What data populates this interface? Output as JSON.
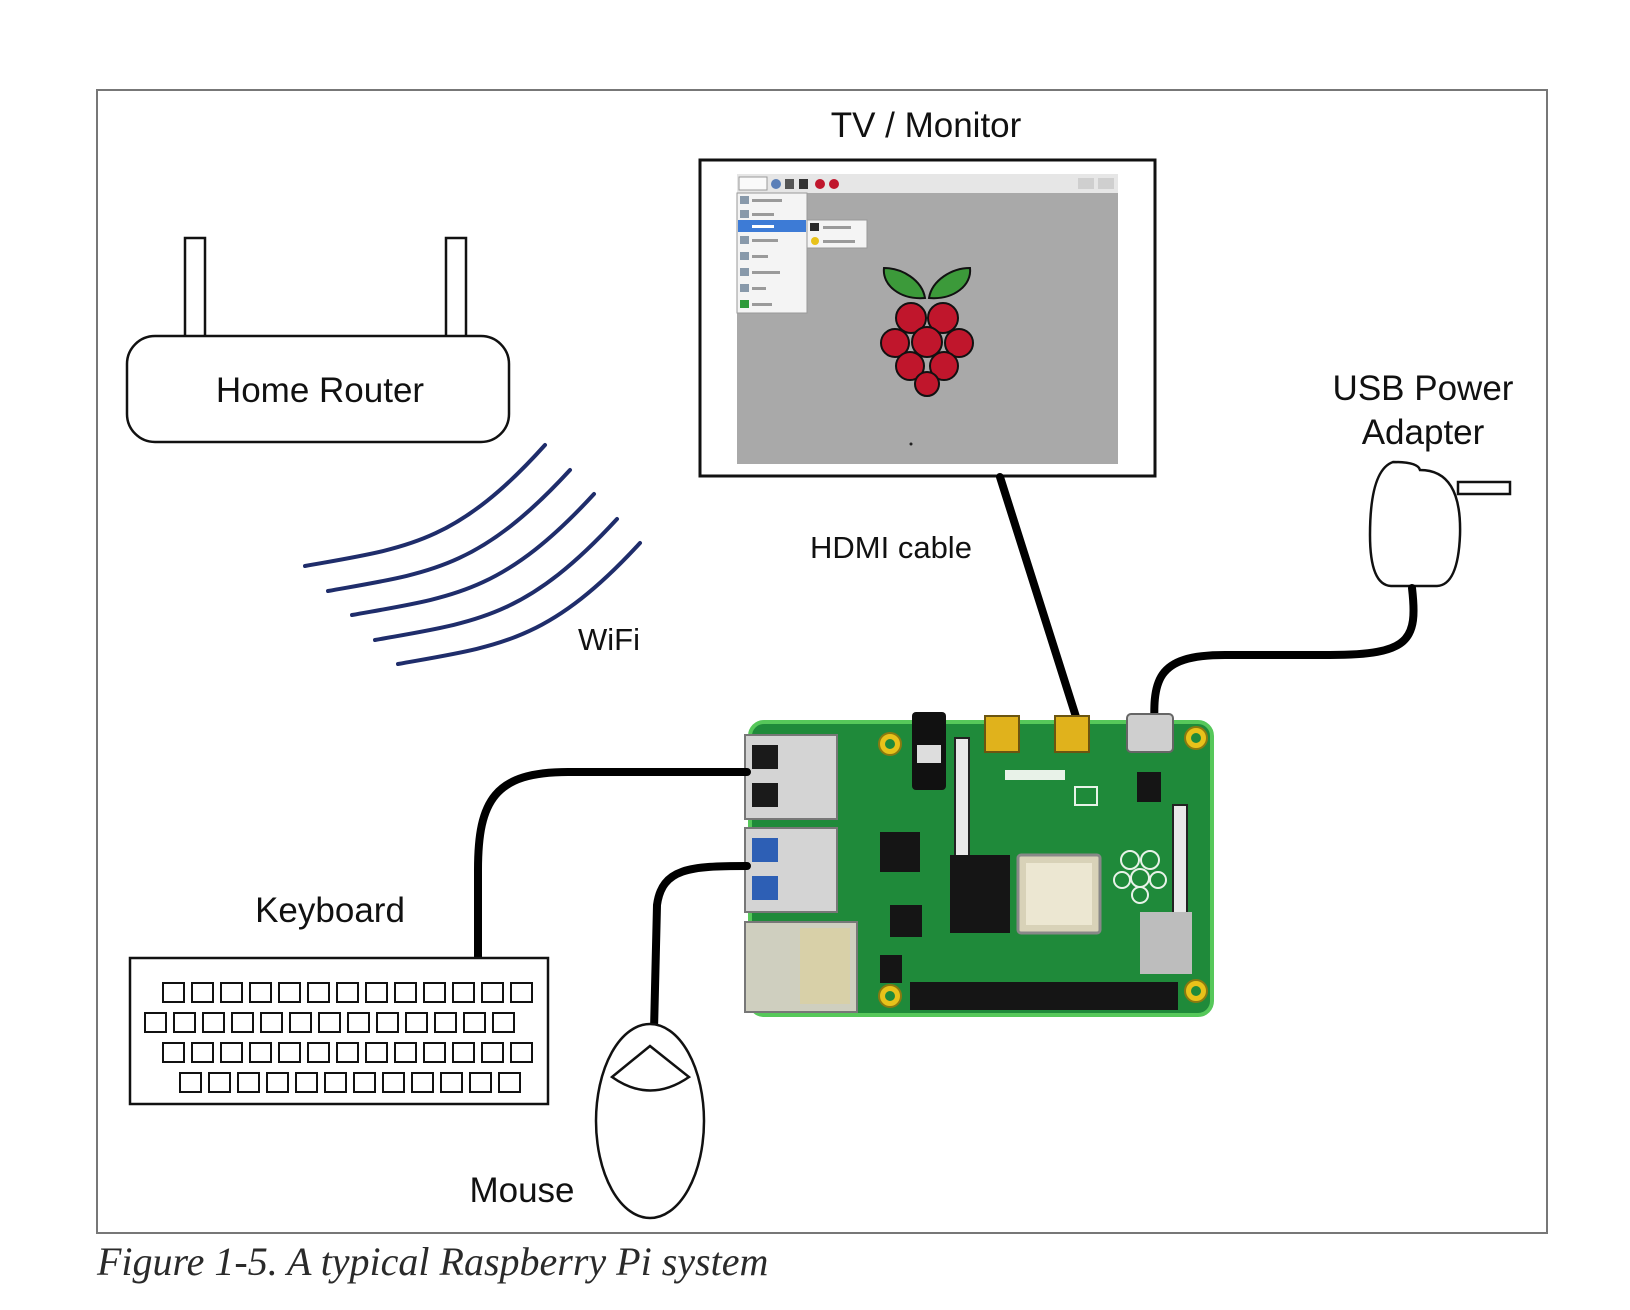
{
  "diagram": {
    "labels": {
      "tv_monitor": "TV / Monitor",
      "home_router": "Home Router",
      "usb_power_line1": "USB Power",
      "usb_power_line2": "Adapter",
      "hdmi_cable": "HDMI cable",
      "wifi": "WiFi",
      "keyboard": "Keyboard",
      "mouse": "Mouse"
    },
    "colors": {
      "wifi_waves": "#1f2d6b",
      "board_green": "#1f8a3a",
      "screen_gray": "#a9a9a9",
      "raspberry_red": "#c0162c",
      "leaf_green": "#3c9a3a",
      "hdmi_port": "#e0b21c"
    },
    "icons": [
      "router-icon",
      "monitor-icon",
      "power-adapter-icon",
      "keyboard-icon",
      "mouse-icon",
      "raspberry-pi-board",
      "raspberry-logo-icon"
    ]
  },
  "caption": "Figure 1-5. A typical Raspberry Pi system"
}
